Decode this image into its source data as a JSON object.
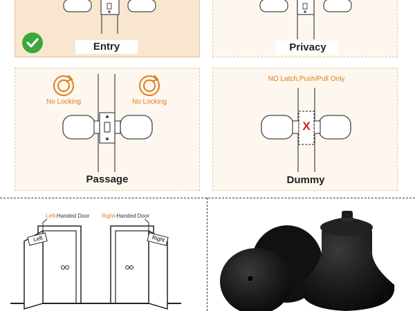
{
  "panels": {
    "entry": {
      "label": "Entry",
      "selected": true
    },
    "privacy": {
      "label": "Privacy"
    },
    "passage": {
      "label": "Passage",
      "left_note": "No Locking",
      "right_note": "No Locking"
    },
    "dummy": {
      "label": "Dummy",
      "note": "NO Latch,Push/Pull Only",
      "mark": "X"
    }
  },
  "doors": {
    "left": {
      "highlight": "Left",
      "rest": "-Handed Door",
      "sign": "Left"
    },
    "right": {
      "highlight": "Right",
      "rest": "-Handed Door",
      "sign": "Right"
    }
  },
  "colors": {
    "accent": "#e07b1a",
    "check": "#3aa83a",
    "mark": "#d0201f"
  },
  "icons": [
    "check-icon",
    "rotate-icon",
    "knob-icon"
  ]
}
